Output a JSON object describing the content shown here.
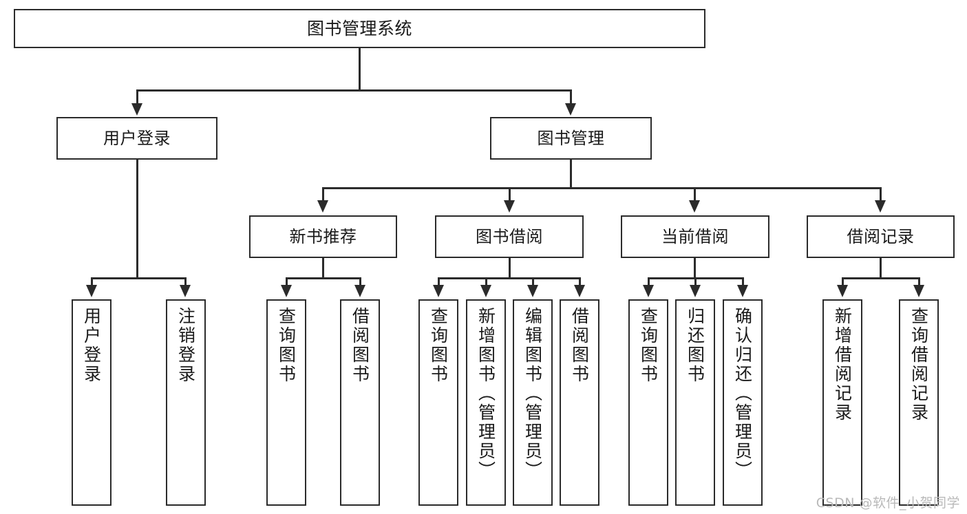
{
  "diagram": {
    "title": "图书管理系统",
    "type": "hierarchy-tree",
    "watermark": "CSDN @软件_小贺同学",
    "colors": {
      "box_border": "#2b2b2b",
      "box_fill": "#ffffff",
      "connector": "#2b2b2b",
      "text": "#1a1a1a",
      "watermark": "#b9b9b9",
      "background": "#ffffff"
    }
  },
  "root": {
    "label": "图书管理系统"
  },
  "level2": [
    {
      "label": "用户登录"
    },
    {
      "label": "图书管理"
    }
  ],
  "level3": [
    {
      "label": "新书推荐"
    },
    {
      "label": "图书借阅"
    },
    {
      "label": "当前借阅"
    },
    {
      "label": "借阅记录"
    }
  ],
  "leaves": {
    "user_login": [
      {
        "label": "用户登录"
      },
      {
        "label": "注销登录"
      }
    ],
    "new_book": [
      {
        "label": "查询图书"
      },
      {
        "label": "借阅图书"
      }
    ],
    "book_borrow": [
      {
        "label": "查询图书"
      },
      {
        "label": "新增图书（管理员）"
      },
      {
        "label": "编辑图书（管理员）"
      },
      {
        "label": "借阅图书"
      }
    ],
    "current_borrow": [
      {
        "label": "查询图书"
      },
      {
        "label": "归还图书"
      },
      {
        "label": "确认归还（管理员）"
      }
    ],
    "borrow_record": [
      {
        "label": "新增借阅记录"
      },
      {
        "label": "查询借阅记录"
      }
    ]
  }
}
